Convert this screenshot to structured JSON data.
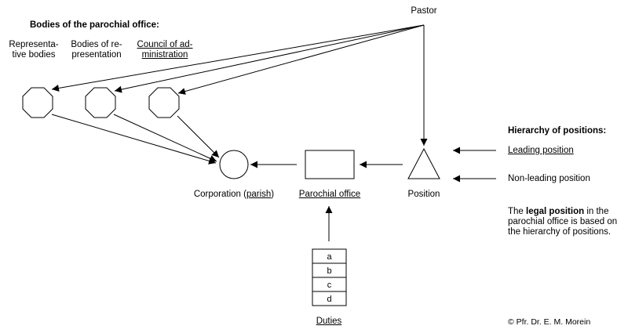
{
  "header": {
    "bodies_title": "Bodies of the parochial office:",
    "pastor": "Pastor"
  },
  "bodies": [
    {
      "line1": "Representa-",
      "line2": "tive bodies"
    },
    {
      "line1": "Bodies of re-",
      "line2": "presentation"
    },
    {
      "line1": "Council of ad-",
      "line2": "ministration"
    }
  ],
  "nodes": {
    "corporation_prefix": "Corporation (",
    "corporation_link": "parish",
    "corporation_suffix": ")",
    "parochial_office": "Parochial office",
    "position": "Position",
    "duties": "Duties"
  },
  "duties_items": [
    "a",
    "b",
    "c",
    "d"
  ],
  "hierarchy": {
    "title": "Hierarchy of positions:",
    "leading": "Leading position",
    "non_leading": "Non-leading position"
  },
  "legal_note": {
    "prefix": "The ",
    "bold": "legal position",
    "suffix": " in the",
    "line2": "parochial office is based on",
    "line3": "the hierarchy of positions."
  },
  "copyright": "© Pfr. Dr. E. M. Morein"
}
